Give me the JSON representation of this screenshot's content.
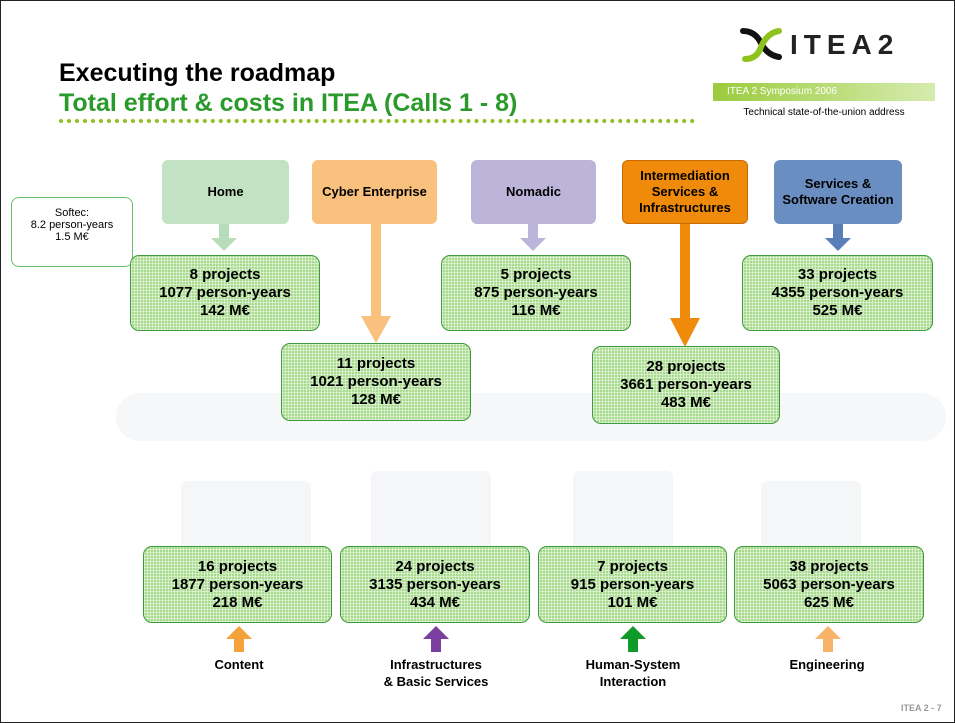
{
  "header": {
    "title_line1": "Executing the roadmap",
    "title_line2": "Total effort & costs in ITEA (Calls 1 - 8)",
    "logo_text": "ITEA2",
    "symposium": "ITEA 2 Symposium 2006",
    "address": "Technical state-of-the-union address"
  },
  "softec": {
    "line1": "Softec:",
    "line2": "8.2 person-years",
    "line3": "1.5 M€"
  },
  "categories": {
    "home": "Home",
    "cyber": "Cyber Enterprise",
    "nomadic": "Nomadic",
    "intermediation": "Intermediation Services & Infrastructures",
    "services": "Services & Software Creation"
  },
  "boxes": {
    "home": {
      "projects": "8 projects",
      "effort": "1077 person-years",
      "cost": "142 M€"
    },
    "cyber": {
      "projects": "11 projects",
      "effort": "1021 person-years",
      "cost": "128 M€"
    },
    "nomadic": {
      "projects": "5 projects",
      "effort": "875 person-years",
      "cost": "116 M€"
    },
    "intermediation": {
      "projects": "28 projects",
      "effort": "3661 person-years",
      "cost": "483 M€"
    },
    "services": {
      "projects": "33 projects",
      "effort": "4355 person-years",
      "cost": "525 M€"
    },
    "content": {
      "projects": "16 projects",
      "effort": "1877 person-years",
      "cost": "218 M€"
    },
    "infra": {
      "projects": "24 projects",
      "effort": "3135 person-years",
      "cost": "434 M€"
    },
    "hsi": {
      "projects": "7 projects",
      "effort": "915 person-years",
      "cost": "101 M€"
    },
    "engineering": {
      "projects": "38 projects",
      "effort": "5063 person-years",
      "cost": "625 M€"
    }
  },
  "bottom_labels": {
    "content": "Content",
    "infra_line1": "Infrastructures",
    "infra_line2": "& Basic Services",
    "hsi_line1": "Human-System",
    "hsi_line2": "Interaction",
    "engineering": "Engineering"
  },
  "page_number": "ITEA 2 - 7",
  "colors": {
    "title_green": "#2a9a2a",
    "home": "#c2e2c3",
    "cyber": "#f9c07e",
    "nomadic": "#bdb4d9",
    "intermediation": "#f08a0a",
    "services": "#6a8ec2",
    "content_arrow": "#f6a23c",
    "infra_arrow": "#7a3fa0",
    "hsi_arrow": "#0f9a2a",
    "engineering_arrow": "#f7b36a"
  }
}
